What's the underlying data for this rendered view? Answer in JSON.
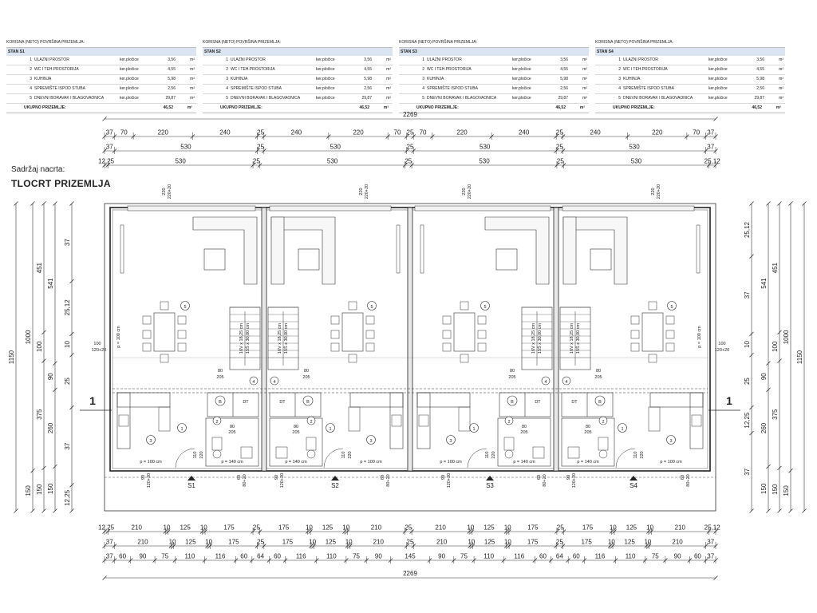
{
  "drawing": {
    "subheading": "Sadržaj nacrta:",
    "heading": "TLOCRT PRIZEMLJA",
    "section_mark": "1",
    "total_width": "2269",
    "left_height_total": "1150",
    "right_height_total": "1150"
  },
  "area_tables": [
    {
      "caption": "KORISNA (NETO) POVRŠINA PRIZEMLJA:",
      "unit": "STAN S1",
      "rows": [
        {
          "num": "1",
          "name": "ULAZNI PROSTOR",
          "finish": "ker.pločice",
          "value": "3,56",
          "unit": "m²"
        },
        {
          "num": "2",
          "name": "WC I TEH.PROSTORIJA",
          "finish": "ker.pločice",
          "value": "4,55",
          "unit": "m²"
        },
        {
          "num": "3",
          "name": "KUHINJA",
          "finish": "ker.pločice",
          "value": "5,98",
          "unit": "m²"
        },
        {
          "num": "4",
          "name": "SPREMIŠTE ISPOD STUBA",
          "finish": "ker.pločice",
          "value": "2,56",
          "unit": "m²"
        },
        {
          "num": "5",
          "name": "DNEVNI BORAVAK I BLAGOVAONICA",
          "finish": "ker.pločice",
          "value": "29,87",
          "unit": "m²"
        }
      ],
      "total_label": "UKUPNO PRIZEMLJE:",
      "total_value": "46,52",
      "total_unit": "m²"
    },
    {
      "caption": "KORISNA (NETO) POVRŠINA PRIZEMLJA:",
      "unit": "STAN S2",
      "rows": [
        {
          "num": "1",
          "name": "ULAZNI PROSTOR",
          "finish": "ker.pločice",
          "value": "3,56",
          "unit": "m²"
        },
        {
          "num": "2",
          "name": "WC I TEH.PROSTORIJA",
          "finish": "ker.pločice",
          "value": "4,55",
          "unit": "m²"
        },
        {
          "num": "3",
          "name": "KUHINJA",
          "finish": "ker.pločice",
          "value": "5,98",
          "unit": "m²"
        },
        {
          "num": "4",
          "name": "SPREMIŠTE ISPOD STUBA",
          "finish": "ker.pločice",
          "value": "2,56",
          "unit": "m²"
        },
        {
          "num": "5",
          "name": "DNEVNI BORAVAK I BLAGOVAONICA",
          "finish": "ker.pločice",
          "value": "29,87",
          "unit": "m²"
        }
      ],
      "total_label": "UKUPNO PRIZEMLJE:",
      "total_value": "46,52",
      "total_unit": "m²"
    },
    {
      "caption": "KORISNA (NETO) POVRŠINA PRIZEMLJA:",
      "unit": "STAN S3",
      "rows": [
        {
          "num": "1",
          "name": "ULAZNI PROSTOR",
          "finish": "ker.pločice",
          "value": "3,56",
          "unit": "m²"
        },
        {
          "num": "2",
          "name": "WC I TEH.PROSTORIJA",
          "finish": "ker.pločice",
          "value": "4,55",
          "unit": "m²"
        },
        {
          "num": "3",
          "name": "KUHINJA",
          "finish": "ker.pločice",
          "value": "5,98",
          "unit": "m²"
        },
        {
          "num": "4",
          "name": "SPREMIŠTE ISPOD STUBA",
          "finish": "ker.pločice",
          "value": "2,56",
          "unit": "m²"
        },
        {
          "num": "5",
          "name": "DNEVNI BORAVAK I BLAGOVAONICA",
          "finish": "ker.pločice",
          "value": "29,87",
          "unit": "m²"
        }
      ],
      "total_label": "UKUPNO PRIZEMLJE:",
      "total_value": "46,52",
      "total_unit": "m²"
    },
    {
      "caption": "KORISNA (NETO) POVRŠINA PRIZEMLJA:",
      "unit": "STAN S4",
      "rows": [
        {
          "num": "1",
          "name": "ULAZNI PROSTOR",
          "finish": "ker.pločice",
          "value": "3,56",
          "unit": "m²"
        },
        {
          "num": "2",
          "name": "WC I TEH.PROSTORIJA",
          "finish": "ker.pločice",
          "value": "4,55",
          "unit": "m²"
        },
        {
          "num": "3",
          "name": "KUHINJA",
          "finish": "ker.pločice",
          "value": "5,98",
          "unit": "m²"
        },
        {
          "num": "4",
          "name": "SPREMIŠTE ISPOD STUBA",
          "finish": "ker.pločice",
          "value": "2,56",
          "unit": "m²"
        },
        {
          "num": "5",
          "name": "DNEVNI BORAVAK I BLAGOVAONICA",
          "finish": "ker.pločice",
          "value": "29,87",
          "unit": "m²"
        }
      ],
      "total_label": "UKUPNO PRIZEMLJE:",
      "total_value": "46,52",
      "total_unit": "m²"
    }
  ],
  "dim_chains": {
    "top1": [
      "37",
      "70",
      "220",
      "240",
      "25",
      "240",
      "220",
      "70",
      "25",
      "70",
      "220",
      "240",
      "25",
      "240",
      "220",
      "70",
      "37"
    ],
    "top2": [
      "37",
      "530",
      "25",
      "530",
      "25",
      "530",
      "25",
      "530",
      "37"
    ],
    "top3": [
      "12,25",
      "530",
      "25",
      "530",
      "25",
      "530",
      "25",
      "530",
      "25,12"
    ],
    "bottom1": [
      "12,25",
      "210",
      "10",
      "125",
      "10",
      "175",
      "25",
      "175",
      "10",
      "125",
      "10",
      "210",
      "25",
      "210",
      "10",
      "125",
      "10",
      "175",
      "25",
      "175",
      "10",
      "125",
      "10",
      "210",
      "25,12"
    ],
    "bottom2": [
      "37",
      "210",
      "10",
      "125",
      "10",
      "175",
      "25",
      "175",
      "10",
      "125",
      "10",
      "210",
      "25",
      "210",
      "10",
      "125",
      "10",
      "175",
      "25",
      "175",
      "10",
      "125",
      "10",
      "210",
      "37"
    ],
    "bottom3": [
      "37",
      "60",
      "90",
      "75",
      "110",
      "116",
      "60",
      "64",
      "60",
      "116",
      "110",
      "75",
      "90",
      "145",
      "90",
      "75",
      "110",
      "116",
      "60",
      "64",
      "60",
      "116",
      "110",
      "75",
      "90",
      "60",
      "37"
    ],
    "left_outer": [
      "1000",
      "150"
    ],
    "left_mid": [
      "451",
      "100",
      "375",
      "150"
    ],
    "left_inner": [
      "541",
      "90",
      "260",
      "150"
    ],
    "left_small": [
      "37",
      "25,12",
      "10",
      "25",
      "37",
      "12,25"
    ],
    "right_outer": [
      "1000",
      "150"
    ],
    "right_mid": [
      "451",
      "100",
      "375",
      "150"
    ],
    "right_inner": [
      "541",
      "90",
      "260",
      "150"
    ],
    "right_small": [
      "25,12",
      "37",
      "10",
      "25",
      "12,25",
      "37"
    ]
  },
  "plan_labels": {
    "window_top": [
      "220",
      "220+20"
    ],
    "window_side": [
      "100",
      "120+20"
    ],
    "window_side_note": "p = 100 cm",
    "stair_steps": "16V x 18,25 cm",
    "stair_treads": "15Š x 30,00 cm",
    "door_80": [
      "80",
      "205"
    ],
    "door_wc": [
      "110",
      "220"
    ],
    "door_front": [
      "90",
      "120+20"
    ],
    "door_bath": [
      "60",
      "80+20"
    ],
    "parapet_100": "p = 100 cm",
    "parapet_140": "p = 140 cm",
    "boiler": "B",
    "dryer": "DT",
    "rooms": [
      "1",
      "2",
      "3",
      "4",
      "5"
    ],
    "entrances": [
      "S1",
      "S2",
      "S3",
      "S4"
    ]
  }
}
